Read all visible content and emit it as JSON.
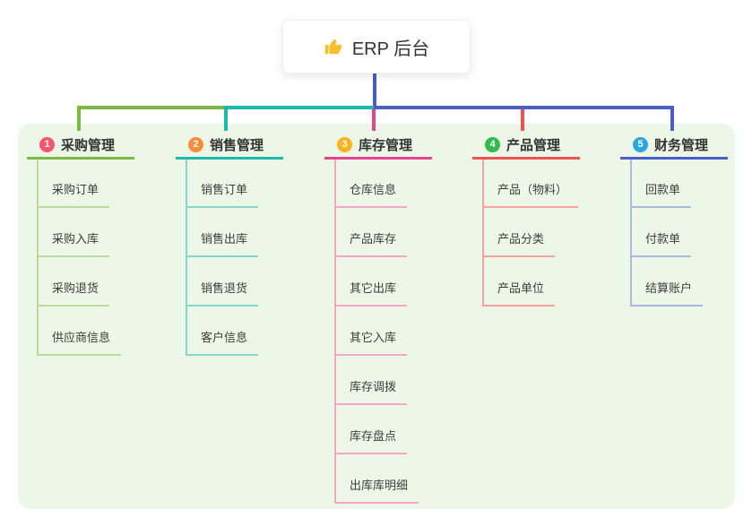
{
  "root": {
    "title": "ERP 后台",
    "icon": "thumbs-up-icon"
  },
  "canvas_colors": {
    "panel_background": "#ecf7e7",
    "root_connector": "#4a5dc8"
  },
  "branches": [
    {
      "number": "1",
      "title": "采购管理",
      "colors": {
        "badge": "#f4566c",
        "accent": "#7cbb43",
        "light": "#b9dc98"
      },
      "children": [
        "采购订单",
        "采购入库",
        "采购退货",
        "供应商信息"
      ]
    },
    {
      "number": "2",
      "title": "销售管理",
      "colors": {
        "badge": "#fb8c3c",
        "accent": "#1db9ab",
        "light": "#85d6cc"
      },
      "children": [
        "销售订单",
        "销售出库",
        "销售退货",
        "客户信息"
      ]
    },
    {
      "number": "3",
      "title": "库存管理",
      "colors": {
        "badge": "#ffb41f",
        "accent": "#e5458f",
        "light": "#f3a6c9"
      },
      "children": [
        "仓库信息",
        "产品库存",
        "其它出库",
        "其它入库",
        "库存调拨",
        "库存盘点",
        "出库库明细"
      ]
    },
    {
      "number": "4",
      "title": "产品管理",
      "colors": {
        "badge": "#33b94e",
        "accent": "#f0534f",
        "light": "#f8a29e"
      },
      "children": [
        "产品（物料）",
        "产品分类",
        "产品单位"
      ]
    },
    {
      "number": "5",
      "title": "财务管理",
      "colors": {
        "badge": "#2ba6de",
        "accent": "#4a5dc8",
        "light": "#a9bade"
      },
      "children": [
        "回款单",
        "付款单",
        "结算账户"
      ]
    }
  ]
}
